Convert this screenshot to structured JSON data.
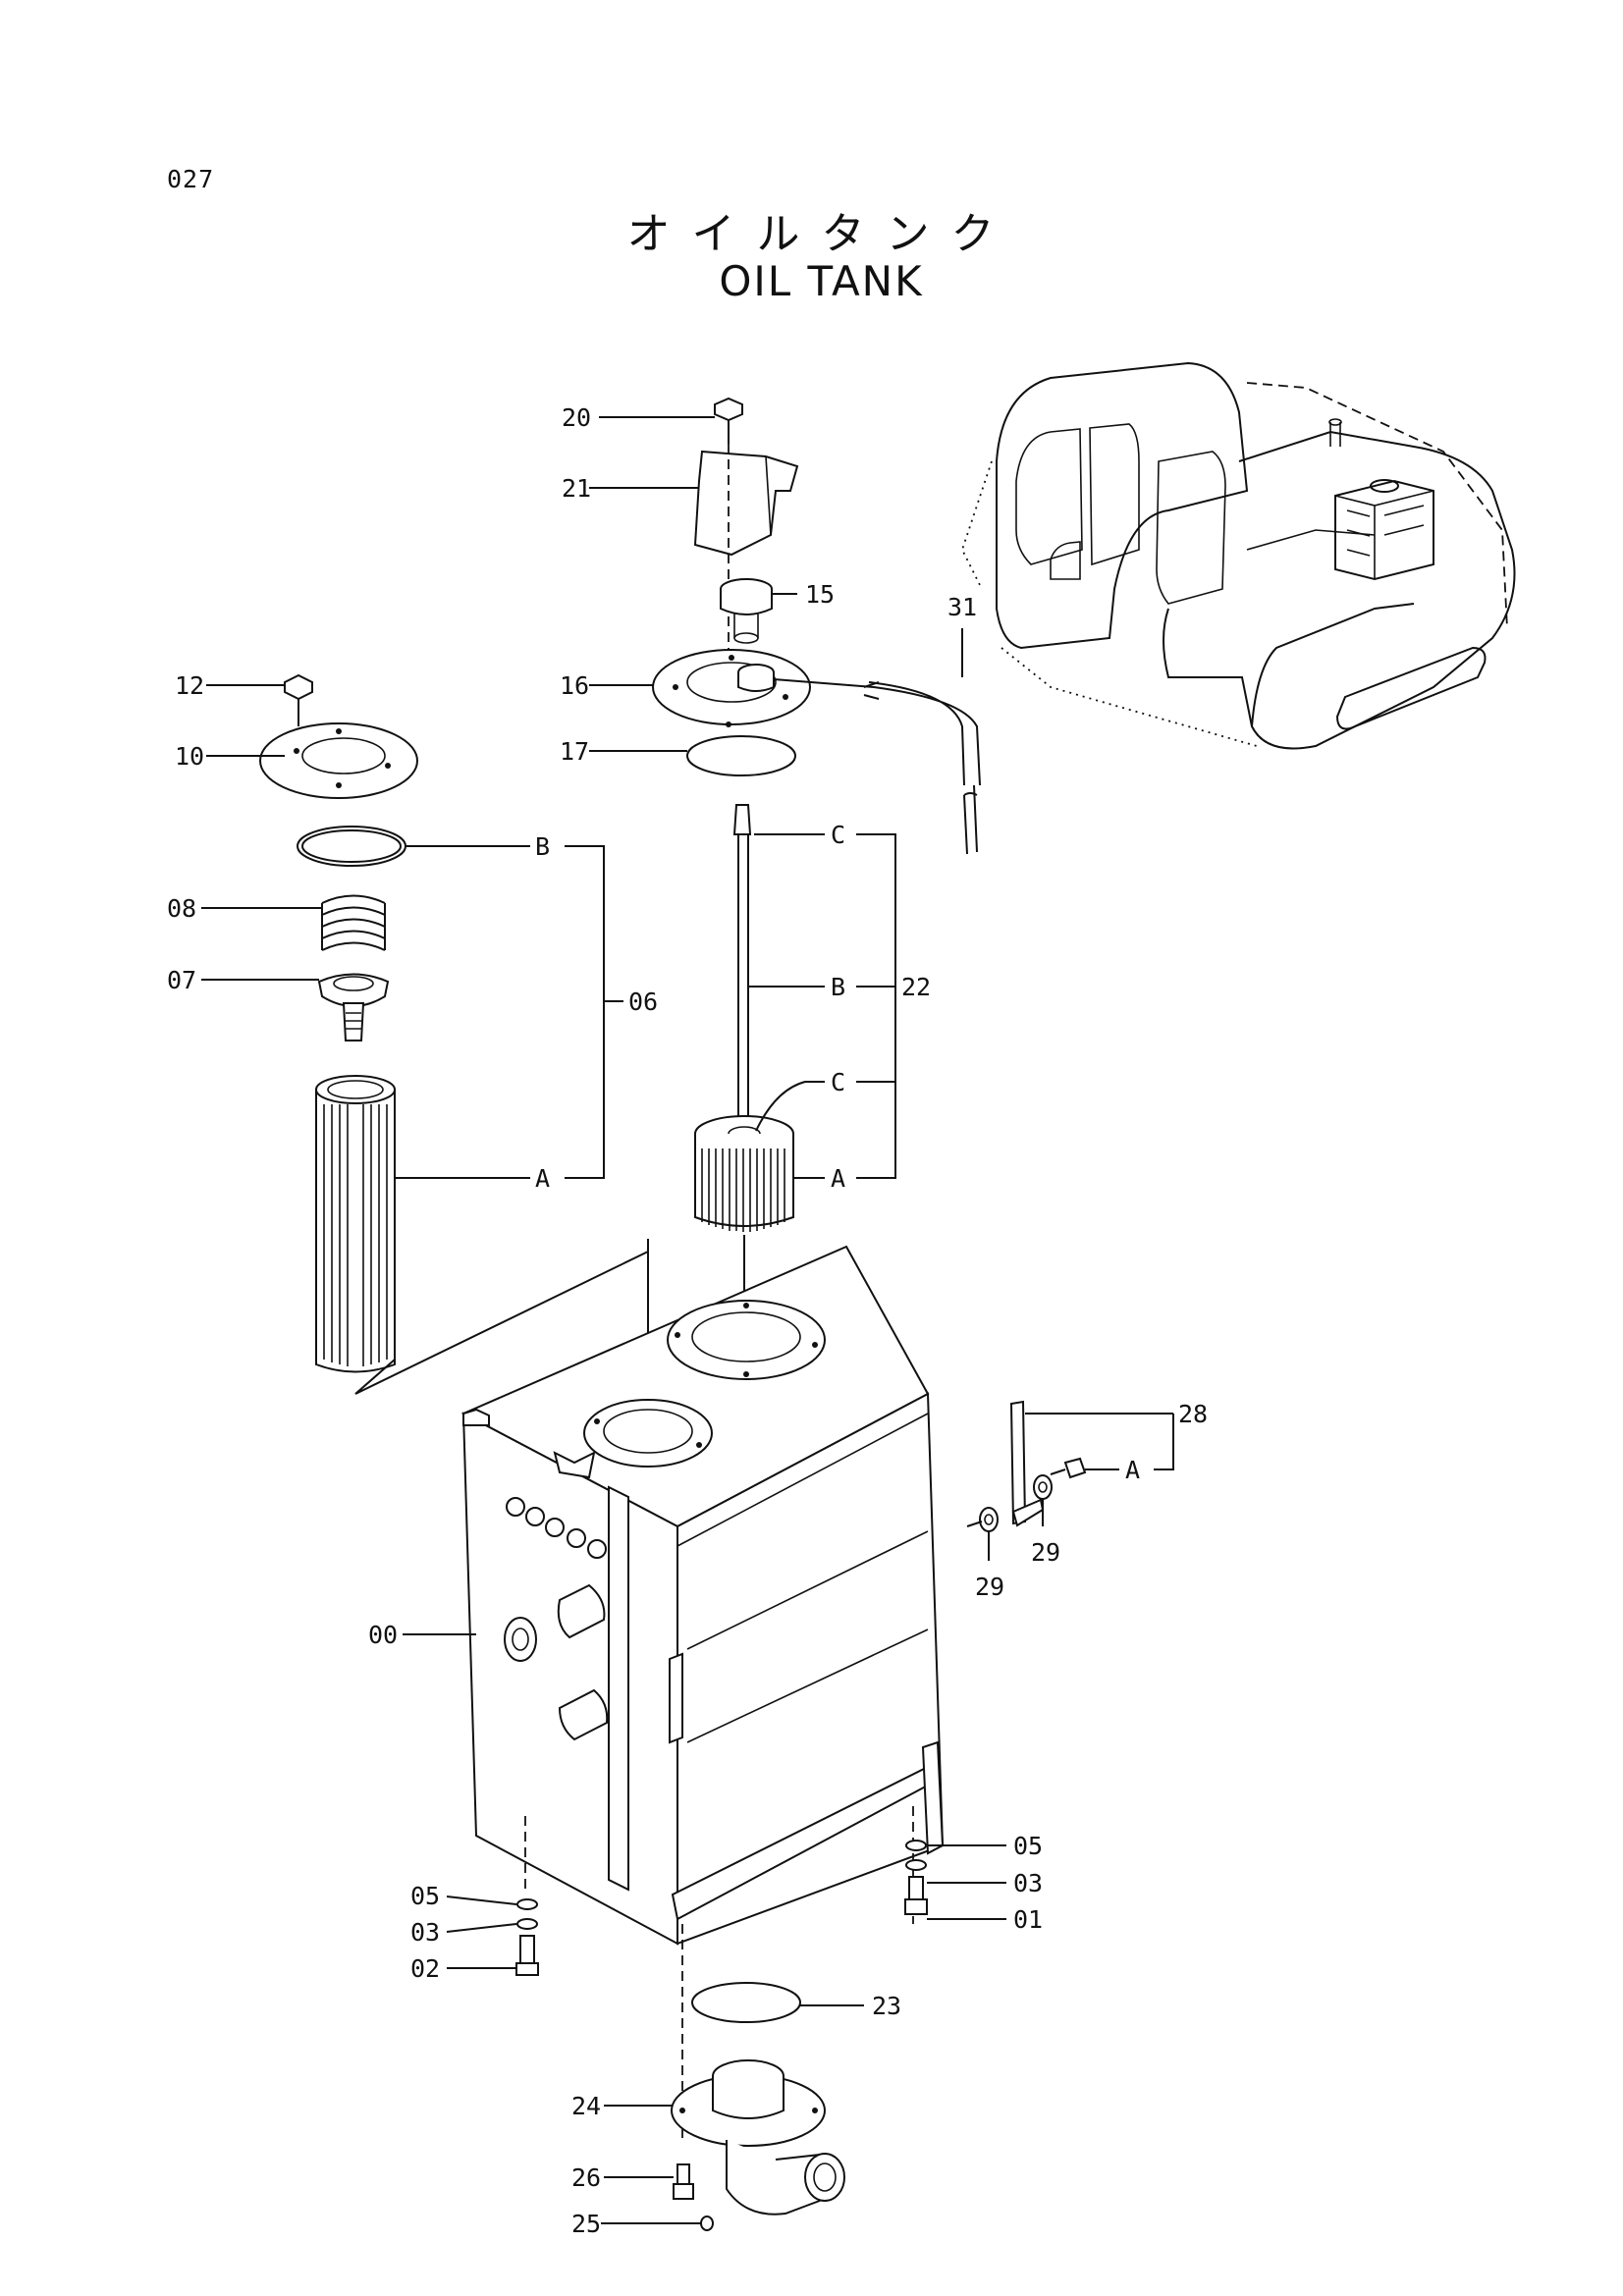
{
  "page_number": "027",
  "title_jp": "オイルタンク",
  "title_en": "OIL TANK",
  "callouts": {
    "p20": "20",
    "p21": "21",
    "p15": "15",
    "p16": "16",
    "p17": "17",
    "p31": "31",
    "p12": "12",
    "p10": "10",
    "p08": "08",
    "p07": "07",
    "p06": "06",
    "p22": "22",
    "p28": "28",
    "p29a": "29",
    "p29b": "29",
    "p00": "00",
    "p05l": "05",
    "p03l": "03",
    "p02": "02",
    "p05r": "05",
    "p03r": "03",
    "p01": "01",
    "p23": "23",
    "p24": "24",
    "p26": "26",
    "p25": "25"
  },
  "sub_labels": {
    "b06": "B",
    "a06": "A",
    "c22_top": "C",
    "b22": "B",
    "c22_mid": "C",
    "a22": "A",
    "a28": "A"
  }
}
